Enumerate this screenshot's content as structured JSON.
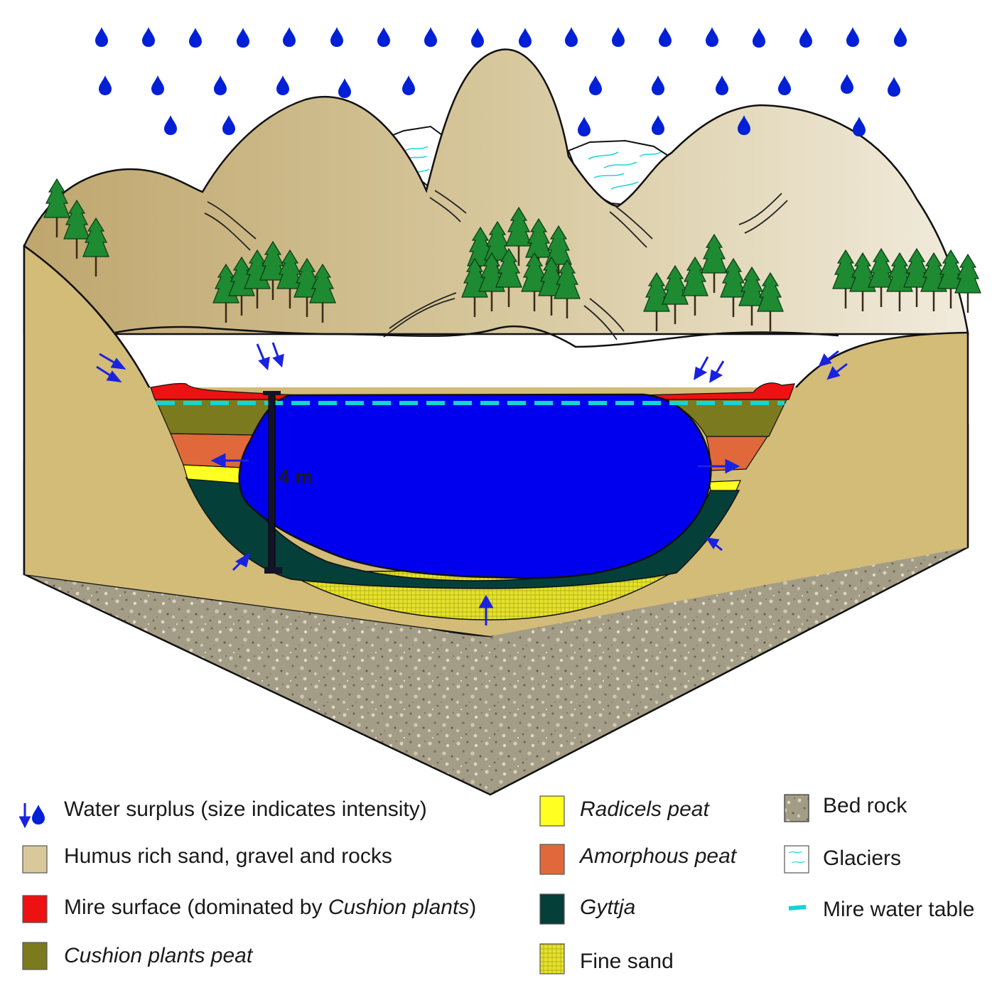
{
  "depth_label": "4 m",
  "legend": {
    "water_surplus": "Water surplus (size indicates intensity)",
    "humus": "Humus rich sand, gravel and rocks",
    "mire_surface_prefix": "Mire surface (dominated by ",
    "mire_surface_italic": "Cushion plants",
    "mire_surface_suffix": ")",
    "cushion_peat": "Cushion plants peat",
    "radicels_peat": "Radicels peat",
    "amorphous_peat": "Amorphous peat",
    "gyttja": "Gyttja",
    "fine_sand": "Fine sand",
    "bed_rock": "Bed rock",
    "glaciers": "Glaciers",
    "mire_water_table": "Mire water table"
  },
  "colors": {
    "water": "#0000ee",
    "raindrop": "#0020d8",
    "arrow": "#1a22e0",
    "water_table": "#14d4d4",
    "humus": "#d4bc7c",
    "mountain": "#d2c08e",
    "mire_surface": "#ee1111",
    "cushion_peat": "#7c7a1e",
    "amorphous_peat": "#e0683a",
    "radicels_peat": "#ffff22",
    "gyttja": "#053f3a",
    "fine_sand": "#e4e025",
    "bed_rock": "#a59e88",
    "tree": "#1e8a32",
    "glacier_line": "#22d6d6"
  },
  "icons": [
    "raindrop-icon",
    "arrow-icon",
    "tree-icon",
    "glacier-icon",
    "bed-rock-icon"
  ]
}
